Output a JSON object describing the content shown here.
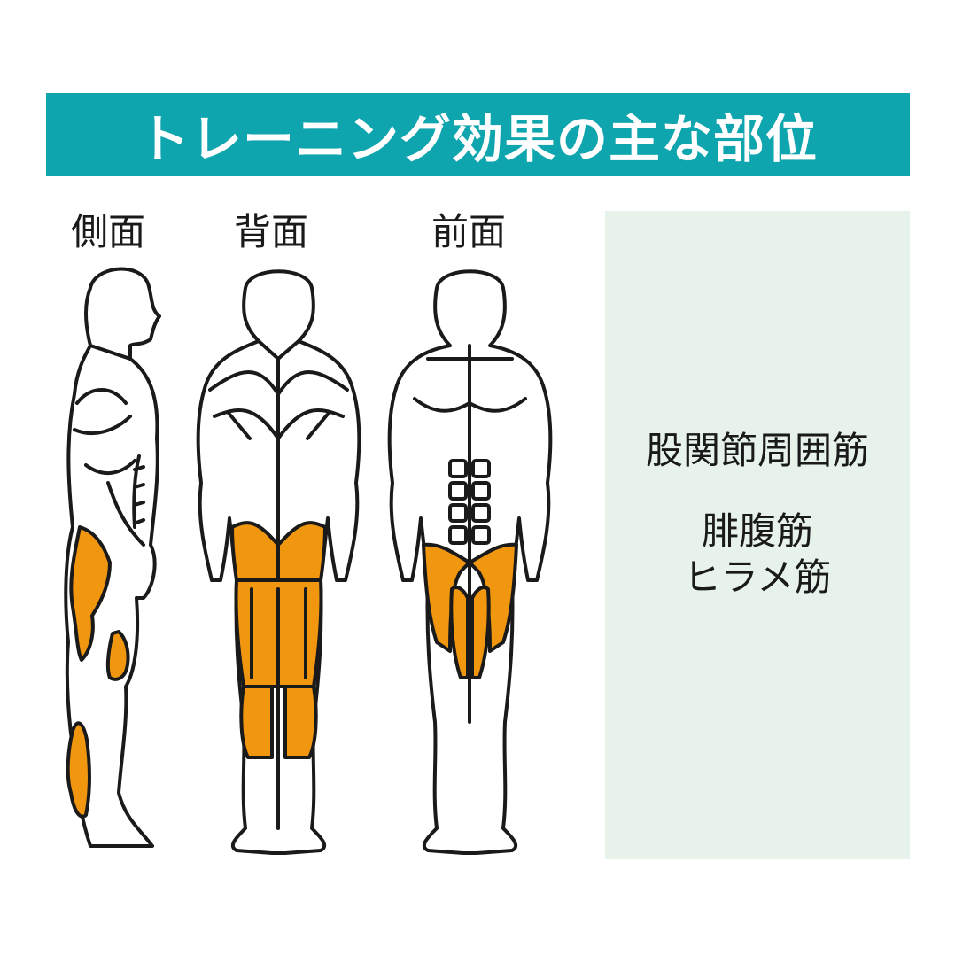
{
  "header": {
    "title": "トレーニング効果の主な部位"
  },
  "views": [
    {
      "label": "側面"
    },
    {
      "label": "背面"
    },
    {
      "label": "前面"
    }
  ],
  "panel": {
    "muscles": [
      "股関節周囲筋",
      "腓腹筋",
      "ヒラメ筋"
    ]
  },
  "colors": {
    "header_bg": "#0fa5ae",
    "highlight": "#f0960f",
    "panel_bg": "#e6f2ea",
    "outline": "#1a1a1a"
  }
}
